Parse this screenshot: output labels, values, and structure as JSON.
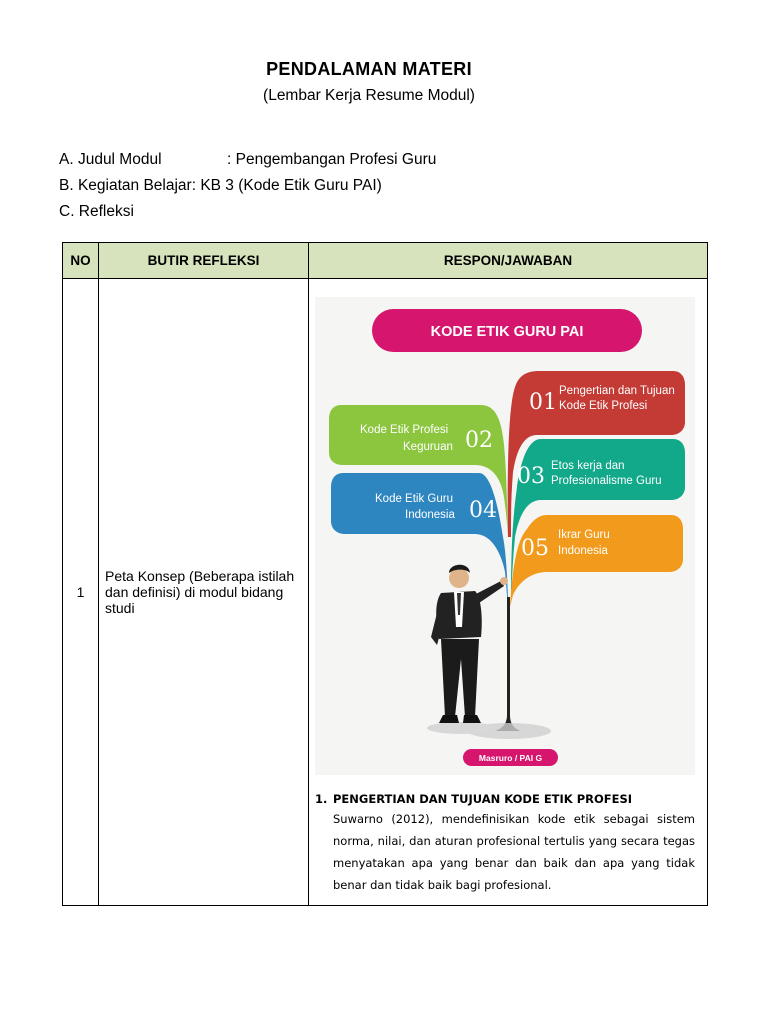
{
  "header": {
    "title": "PENDALAMAN MATERI",
    "subtitle": "(Lembar Kerja Resume Modul)"
  },
  "meta": {
    "judul_label": "A. Judul Modul",
    "judul_value": ": Pengembangan Profesi Guru",
    "kegiatan_label": "B. Kegiatan Belajar",
    "kegiatan_value": ": KB 3 (Kode Etik Guru PAI)",
    "refleksi_label": "C. Refleksi"
  },
  "table": {
    "headers": [
      "NO",
      "BUTIR REFLEKSI",
      "RESPON/JAWABAN"
    ],
    "row": {
      "no": "1",
      "butir": "Peta Konsep (Beberapa istilah dan definisi) di modul bidang studi"
    }
  },
  "concept_map": {
    "title": "KODE ETIK GURU PAI",
    "credit": "Masruro / PAI G",
    "colors": {
      "title": "#d6156e",
      "red": "#c43a35",
      "lime": "#8cc63f",
      "teal": "#12a88a",
      "blue": "#2e86c1",
      "orange": "#f29a1b"
    },
    "items": [
      {
        "number": "01",
        "line1": "Pengertian dan Tujuan",
        "line2": "Kode Etik Profesi"
      },
      {
        "number": "02",
        "line1": "Kode Etik Profesi",
        "line2": "Keguruan"
      },
      {
        "number": "03",
        "line1": "Etos kerja dan",
        "line2": "Profesionalisme Guru"
      },
      {
        "number": "04",
        "line1": "Kode Etik Guru",
        "line2": "Indonesia"
      },
      {
        "number": "05",
        "line1": "Ikrar Guru",
        "line2": "Indonesia"
      }
    ]
  },
  "section": {
    "number": "1.",
    "heading": "PENGERTIAN DAN TUJUAN KODE ETIK PROFESI",
    "body": "Suwarno (2012), mendefinisikan kode etik sebagai sistem norma, nilai, dan aturan profesional tertulis yang secara tegas menyatakan apa yang benar dan baik dan apa yang tidak benar dan tidak baik bagi profesional."
  }
}
